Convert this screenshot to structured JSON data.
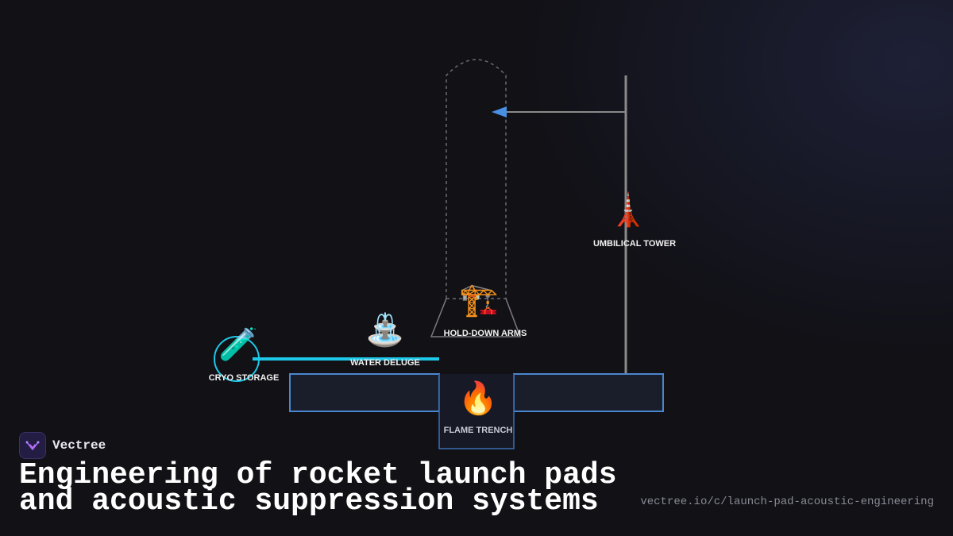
{
  "diagram": {
    "labels": {
      "cryo_storage": "CRYO STORAGE",
      "water_deluge": "WATER DELUGE",
      "hold_down_arms": "HOLD-DOWN ARMS",
      "umbilical_tower": "UMBILICAL TOWER",
      "flame_trench": "FLAME TRENCH"
    },
    "icons": {
      "cryo_storage": "🧪",
      "water_deluge": "⛲",
      "hold_down_arms": "🏗️",
      "umbilical_tower": "🗼",
      "flame_trench": "🔥"
    },
    "colors": {
      "feed_line": "#1ec8e8",
      "pad_outline": "#4a86d0",
      "arm_arrow": "#4a90e2",
      "tower": "#8a8a8a",
      "rocket_outline": "#6a6a72"
    }
  },
  "branding": {
    "name": "Vectree",
    "title_line1": "Engineering of rocket launch pads",
    "title_line2": "and acoustic suppression systems",
    "url": "vectree.io/c/launch-pad-acoustic-engineering"
  }
}
